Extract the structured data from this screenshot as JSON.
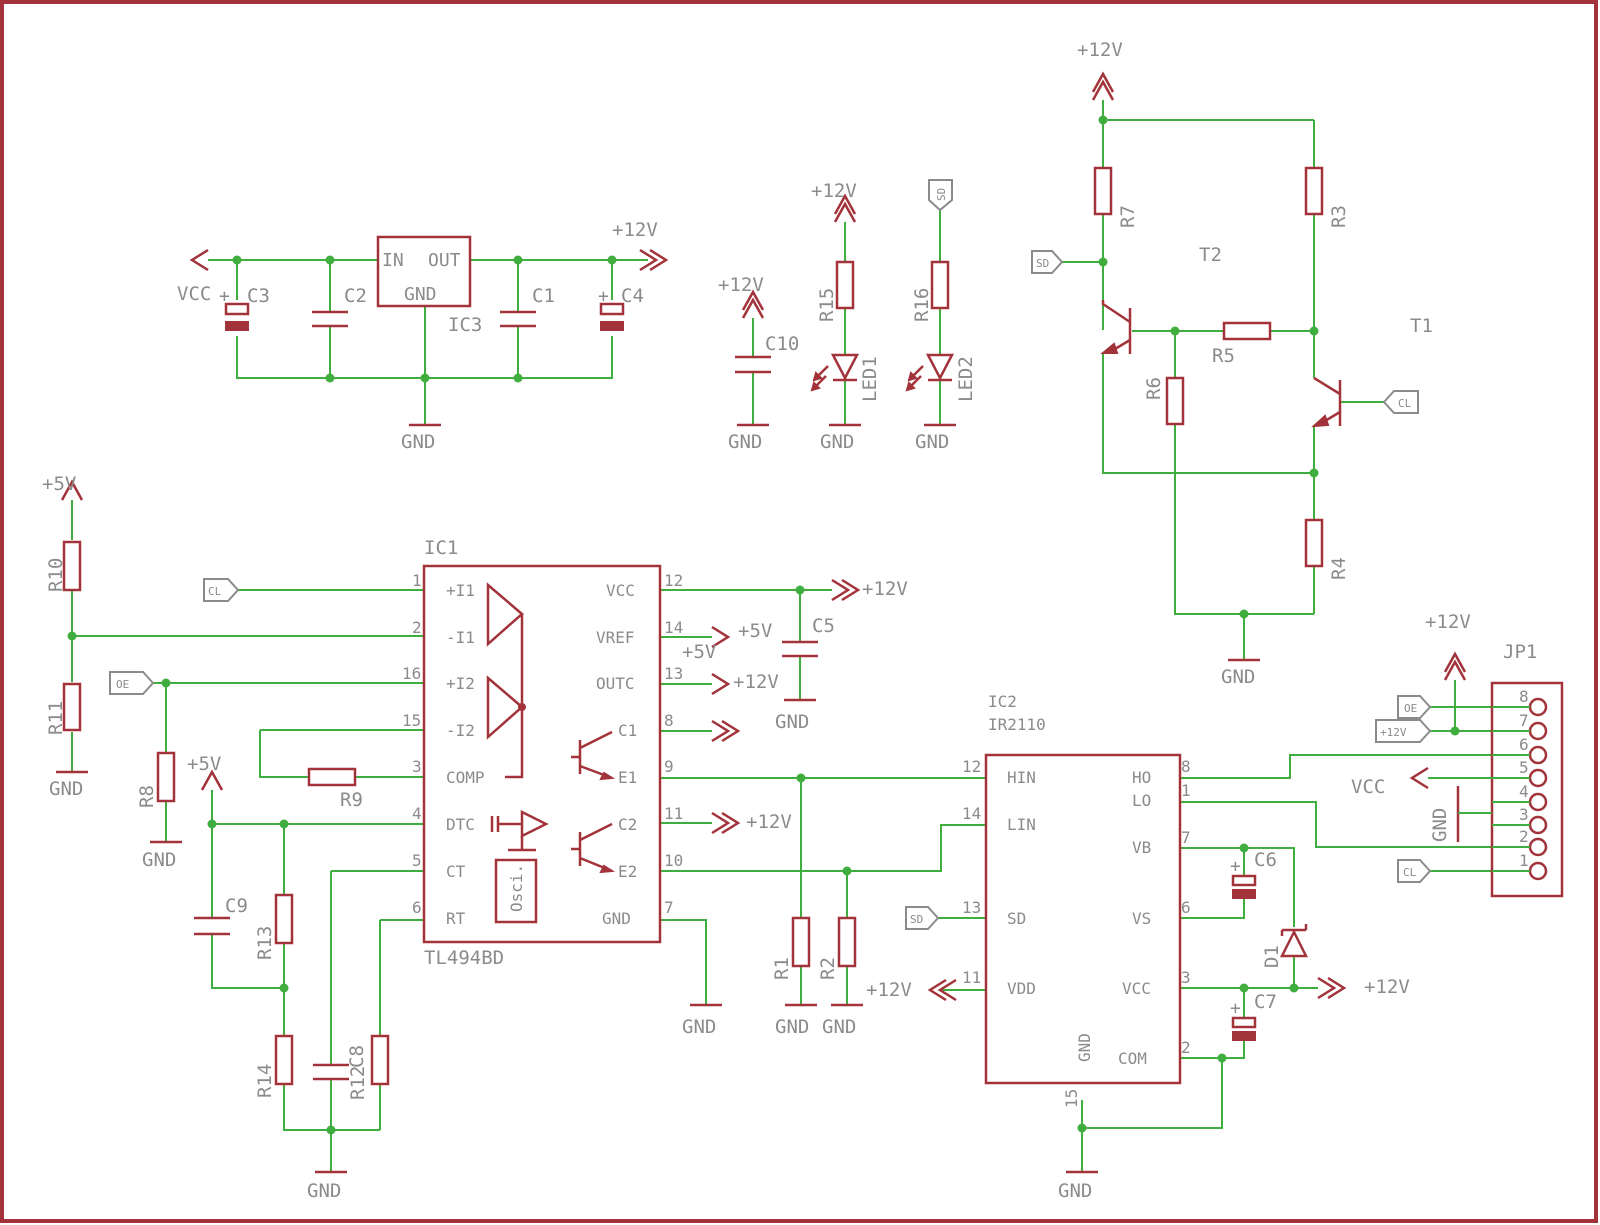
{
  "colors": {
    "wire": "#3fae3f",
    "symbol": "#a3333a",
    "text": "#8b8b8b",
    "border": "#a3333a"
  },
  "supplies": {
    "p12": "+12V",
    "p5": "+5V",
    "gnd": "GND",
    "vcc": "VCC"
  },
  "ports": {
    "sd": "SD",
    "cl": "CL",
    "oe": "OE",
    "p12": "+12V"
  },
  "regulator": {
    "name": "IC3",
    "in": "IN",
    "out": "OUT",
    "gnd": "GND"
  },
  "caps": {
    "c1": "C1",
    "c2": "C2",
    "c3": "C3",
    "c4": "C4",
    "c5": "C5",
    "c6": "C6",
    "c7": "C7",
    "c8": "C8",
    "c9": "C9",
    "c10": "C10",
    "plus": "+"
  },
  "resistors": {
    "r1": "R1",
    "r2": "R2",
    "r3": "R3",
    "r4": "R4",
    "r5": "R5",
    "r6": "R6",
    "r7": "R7",
    "r8": "R8",
    "r9": "R9",
    "r10": "R10",
    "r11": "R11",
    "r12": "R12",
    "r13": "R13",
    "r14": "R14",
    "r15": "R15",
    "r16": "R16"
  },
  "leds": {
    "led1": "LED1",
    "led2": "LED2"
  },
  "transistors": {
    "t1": "T1",
    "t2": "T2"
  },
  "diode": {
    "d1": "D1"
  },
  "ic1": {
    "name": "IC1",
    "part": "TL494BD",
    "osc": "Osci.",
    "pins_left": [
      {
        "num": "1",
        "label": "+I1"
      },
      {
        "num": "2",
        "label": "-I1"
      },
      {
        "num": "16",
        "label": "+I2"
      },
      {
        "num": "15",
        "label": "-I2"
      },
      {
        "num": "3",
        "label": "COMP"
      },
      {
        "num": "4",
        "label": "DTC"
      },
      {
        "num": "5",
        "label": "CT"
      },
      {
        "num": "6",
        "label": "RT"
      }
    ],
    "pins_right": [
      {
        "num": "12",
        "label": "VCC"
      },
      {
        "num": "14",
        "label": "VREF"
      },
      {
        "num": "13",
        "label": "OUTC"
      },
      {
        "num": "8",
        "label": "C1"
      },
      {
        "num": "9",
        "label": "E1"
      },
      {
        "num": "11",
        "label": "C2"
      },
      {
        "num": "10",
        "label": "E2"
      },
      {
        "num": "7",
        "label": "GND"
      }
    ]
  },
  "ic2": {
    "name": "IC2",
    "part": "IR2110",
    "gnd_label": "GND",
    "gnd_pin": "15",
    "pins_left": [
      {
        "num": "12",
        "label": "HIN"
      },
      {
        "num": "14",
        "label": "LIN"
      },
      {
        "num": "13",
        "label": "SD"
      },
      {
        "num": "11",
        "label": "VDD"
      }
    ],
    "pins_right": [
      {
        "num": "8",
        "label": "HO"
      },
      {
        "num": "1",
        "label": "LO"
      },
      {
        "num": "7",
        "label": "VB"
      },
      {
        "num": "6",
        "label": "VS"
      },
      {
        "num": "3",
        "label": "VCC"
      },
      {
        "num": "2",
        "label": "COM"
      }
    ]
  },
  "connector": {
    "name": "JP1",
    "pins": [
      "8",
      "7",
      "6",
      "5",
      "4",
      "3",
      "2",
      "1"
    ],
    "gnd_overlay": "GND"
  }
}
